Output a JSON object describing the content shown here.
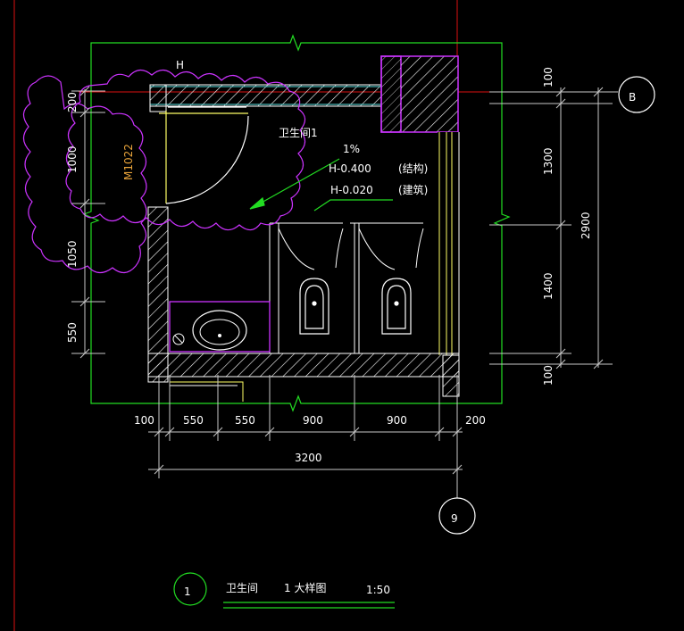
{
  "drawing": {
    "room_name": "卫生间1",
    "slope": "1%",
    "level_structure": "H-0.400",
    "level_structure_note": "(结构)",
    "level_finish": "H-0.020",
    "level_finish_note": "(建筑)",
    "door_tag": "M1022",
    "letter_h": "H"
  },
  "dimensions": {
    "left": [
      "200",
      "1000",
      "1050",
      "550"
    ],
    "right_small": [
      "100",
      "1300",
      "1400",
      "100"
    ],
    "right_total": "2900",
    "bottom": [
      "100",
      "550",
      "550",
      "900",
      "900",
      "200"
    ],
    "bottom_total": "3200"
  },
  "axes": {
    "b": "B",
    "nine": "9"
  },
  "title_block": {
    "number": "1",
    "title": "卫生间",
    "subtitle": "1 大样图",
    "scale": "1:50"
  },
  "colors": {
    "background": "#000000",
    "wall": "#ffffff",
    "cloud": "#cc33ff",
    "boundary": "#22dd22",
    "dimension": "#c8c8c8",
    "door_tag": "#e8a33a",
    "axis_line": "#dd1111",
    "column_fill": "#cc33ff",
    "cyan": "#55dddd",
    "yellow": "#ffff66"
  }
}
